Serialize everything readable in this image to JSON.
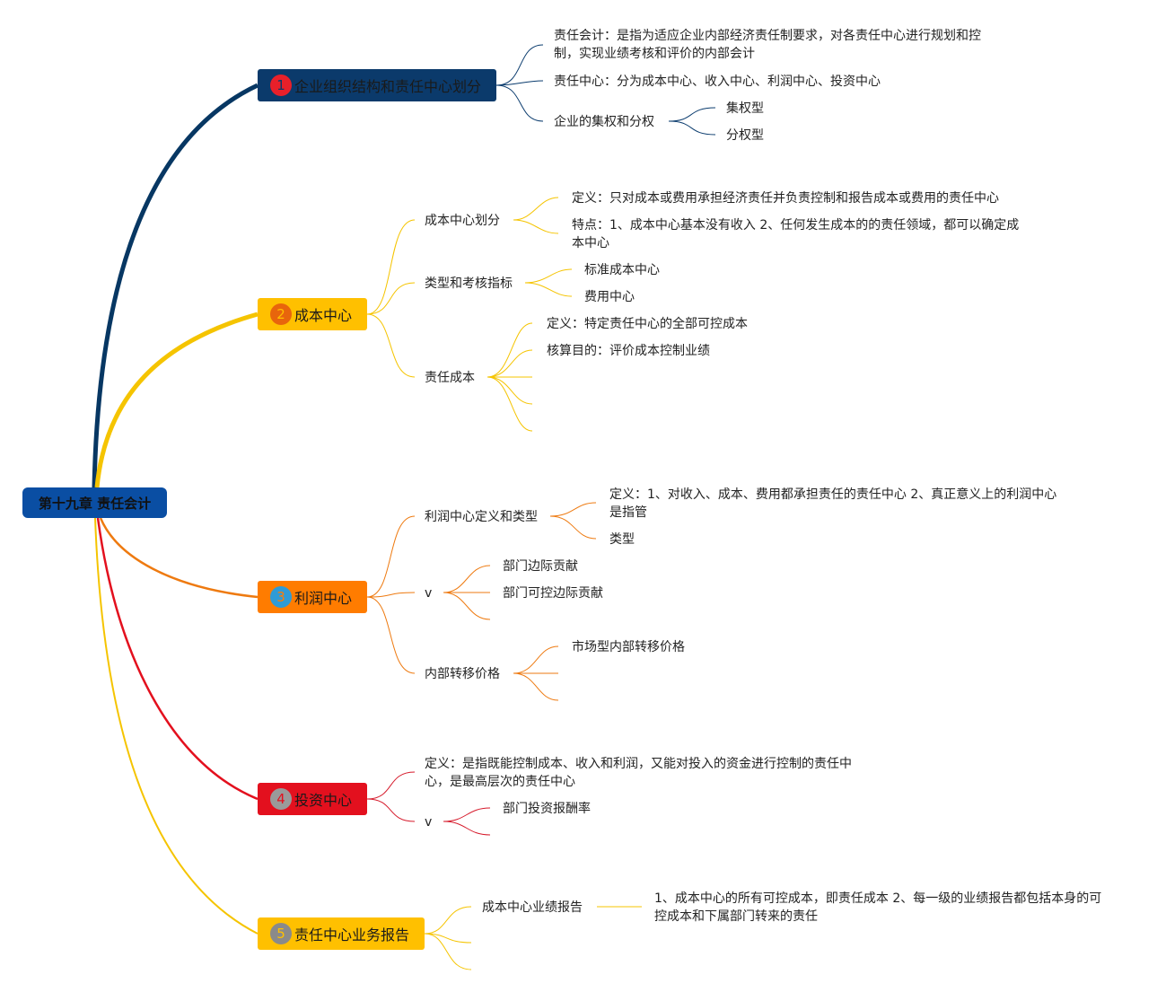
{
  "root": {
    "label": "第十九章 责任会计",
    "color": "#0a4ea3"
  },
  "branches": {
    "b1": {
      "number": "1",
      "label": "企业组织结构和责任中心划分",
      "color": "#073763",
      "badge_color": "#e8202a",
      "children": {
        "c1": "责任会计：是指为适应企业内部经济责任制要求，对各责任中心进行规划和控制，实现业绩考核和评价的内部会计",
        "c2": "责任中心：分为成本中心、收入中心、利润中心、投资中心",
        "c3": "企业的集权和分权",
        "c3a": "集权型",
        "c3b": "分权型"
      }
    },
    "b2": {
      "number": "2",
      "label": "成本中心",
      "color": "#ffc000",
      "badge_color": "#e8650c",
      "children": {
        "c1": "成本中心划分",
        "c1a": "定义：只对成本或费用承担经济责任并负责控制和报告成本或费用的责任中心",
        "c1b": "特点：1、成本中心基本没有收入 2、任何发生成本的的责任领域，都可以确定成本中心",
        "c2": "类型和考核指标",
        "c2a": "标准成本中心",
        "c2b": "费用中心",
        "c3": "责任成本",
        "c3a": "定义：特定责任中心的全部可控成本",
        "c3b": "核算目的：评价成本控制业绩"
      }
    },
    "b3": {
      "number": "3",
      "label": "利润中心",
      "color": "#ff7c00",
      "badge_color": "#2f9bd6",
      "children": {
        "c1": "利润中心定义和类型",
        "c1a": "定义：1、对收入、成本、费用都承担责任的责任中心 2、真正意义上的利润中心是指管",
        "c1b": "类型",
        "c2": "v",
        "c2a": "部门边际贡献",
        "c2b": "部门可控边际贡献",
        "c3": "内部转移价格",
        "c3a": "市场型内部转移价格"
      }
    },
    "b4": {
      "number": "4",
      "label": "投资中心",
      "color": "#e3101e",
      "badge_color": "#9a9a9a",
      "children": {
        "c1": "定义：是指既能控制成本、收入和利润，又能对投入的资金进行控制的责任中心，是最高层次的责任中心",
        "c2": "v",
        "c2a": "部门投资报酬率"
      }
    },
    "b5": {
      "number": "5",
      "label": "责任中心业务报告",
      "color": "#ffc000",
      "badge_color": "#8a8a8a",
      "children": {
        "c1": "成本中心业绩报告",
        "c1a": "1、成本中心的所有可控成本，即责任成本 2、每一级的业绩报告都包括本身的可控成本和下属部门转来的责任"
      }
    }
  }
}
